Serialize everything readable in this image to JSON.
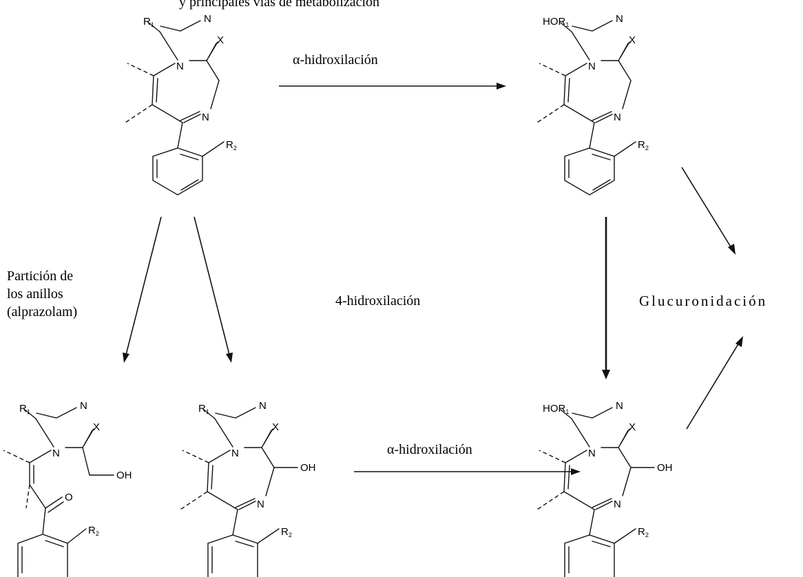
{
  "header_text": "y principales vías de metabolización",
  "labels": {
    "alpha_top": "α-hidroxilación",
    "alpha_bottom": "α-hidroxilación",
    "hydroxy4": "4-hidroxilación",
    "partition_line1": "Partición de",
    "partition_line2": "los anillos",
    "partition_line3": "(alprazolam)",
    "glucuronidation": "Glucuronidación"
  },
  "atoms": {
    "R": "R",
    "sub1": "1",
    "sub2": "2",
    "N": "N",
    "X": "X",
    "OH": "OH",
    "HO": "HO",
    "O": "O"
  },
  "colors": {
    "ink": "#111111",
    "background": "#ffffff"
  }
}
